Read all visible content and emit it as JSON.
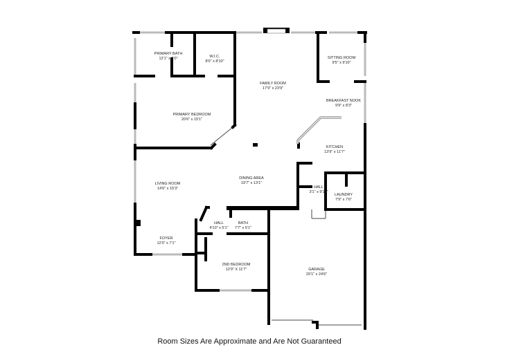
{
  "rooms": [
    {
      "name": "PRIMARY BATH",
      "dims": "12'1\" x 8'0\""
    },
    {
      "name": "W.I.C.",
      "dims": "8'0\" x 8'10\""
    },
    {
      "name": "FAMILY ROOM",
      "dims": "17'9\" x 23'9\""
    },
    {
      "name": "SITTING ROOM",
      "dims": "9'5\" x 9'10\""
    },
    {
      "name": "BREAKFAST NOOK",
      "dims": "9'9\" x 8'3\""
    },
    {
      "name": "PRIMARY BEDROOM",
      "dims": "20'6\" x 15'1\""
    },
    {
      "name": "KITCHEN",
      "dims": "13'9\" x 11'7\""
    },
    {
      "name": "LIVING ROOM",
      "dims": "14'6\" x 15'3\""
    },
    {
      "name": "DINING AREA",
      "dims": "19'7\" x 13'1\""
    },
    {
      "name": "HALL",
      "dims": "3'1\" x 9'10\""
    },
    {
      "name": "LAUNDRY",
      "dims": "7'9\" x 7'6\""
    },
    {
      "name": "HALL",
      "dims": "4'10\" x 5'1\""
    },
    {
      "name": "BATH",
      "dims": "7'7\" x 5'1\""
    },
    {
      "name": "FOYER",
      "dims": "12'0\" x 7'1\""
    },
    {
      "name": "2ND BEDROOM",
      "dims": "12'9\" X 11'7\""
    },
    {
      "name": "GARAGE",
      "dims": "20'1\" x 24'6\""
    }
  ],
  "disclaimer": "Room Sizes Are Approximate and Are Not Guaranteed"
}
